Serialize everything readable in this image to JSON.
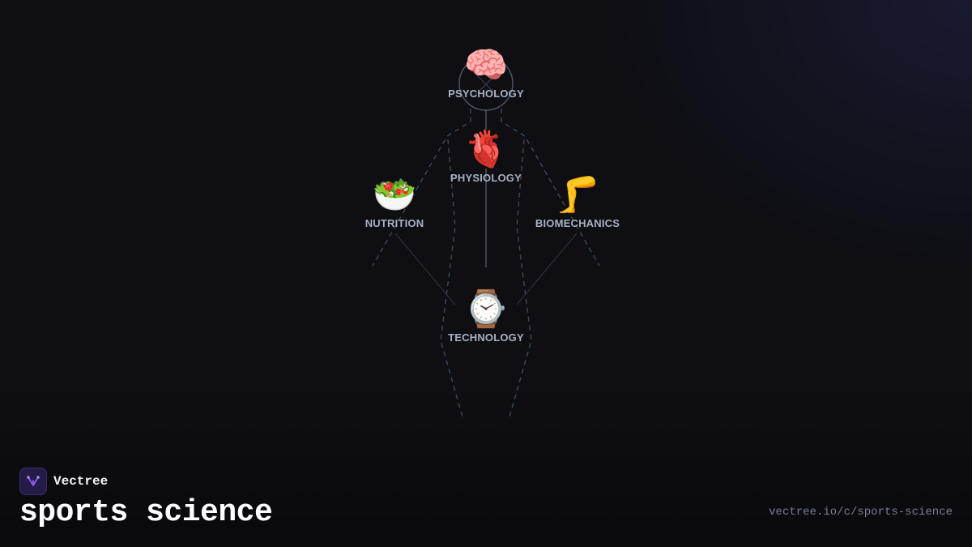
{
  "nodes": [
    {
      "id": "psychology",
      "label": "PSYCHOLOGY",
      "emoji": "🧠"
    },
    {
      "id": "physiology",
      "label": "PHYSIOLOGY",
      "emoji": "🫀"
    },
    {
      "id": "nutrition",
      "label": "NUTRITION",
      "emoji": "🥗"
    },
    {
      "id": "biomechanics",
      "label": "BIOMECHANICS",
      "emoji": "🦵"
    },
    {
      "id": "technology",
      "label": "TECHNOLOGY",
      "emoji": "⌚"
    }
  ],
  "brand": {
    "name": "Vectree",
    "logo_icon": "vectree-logo-icon",
    "logo_color": "#8b5cf6"
  },
  "title": "sports science",
  "url": "vectree.io/c/sports-science",
  "colors": {
    "background": "#0e0e13",
    "outline": "#3b4556",
    "connector": "#5b6577",
    "label": "#a8b1c2"
  }
}
